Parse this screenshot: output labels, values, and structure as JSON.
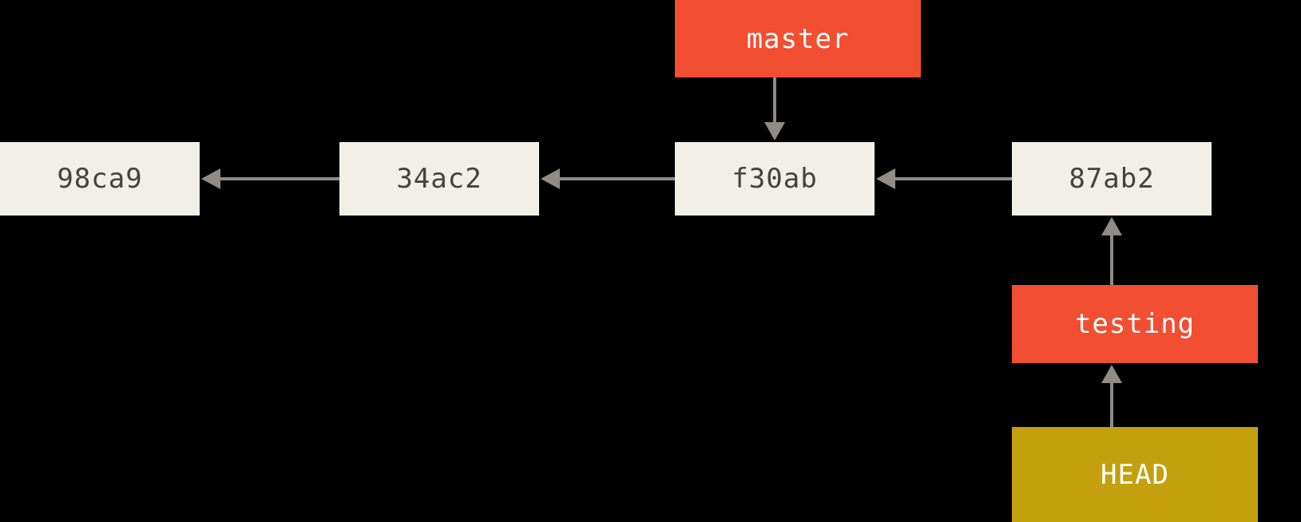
{
  "diagram": {
    "commits": [
      {
        "id": "98ca9"
      },
      {
        "id": "34ac2"
      },
      {
        "id": "f30ab"
      },
      {
        "id": "87ab2"
      }
    ],
    "edges": [
      {
        "from": "34ac2",
        "to": "98ca9"
      },
      {
        "from": "f30ab",
        "to": "34ac2"
      },
      {
        "from": "87ab2",
        "to": "f30ab"
      }
    ],
    "branches": [
      {
        "label": "master",
        "points_to": "f30ab"
      },
      {
        "label": "testing",
        "points_to": "87ab2"
      }
    ],
    "head": {
      "label": "HEAD",
      "points_to": "testing"
    }
  },
  "colors": {
    "background": "#000000",
    "commit_box": "#F1EFE8",
    "commit_text": "#43423E",
    "branch_box": "#F14E32",
    "branch_text": "#FFFFFF",
    "head_box": "#C4A00F",
    "head_text": "#FFFFFF",
    "arrow": "#8F8B85"
  }
}
